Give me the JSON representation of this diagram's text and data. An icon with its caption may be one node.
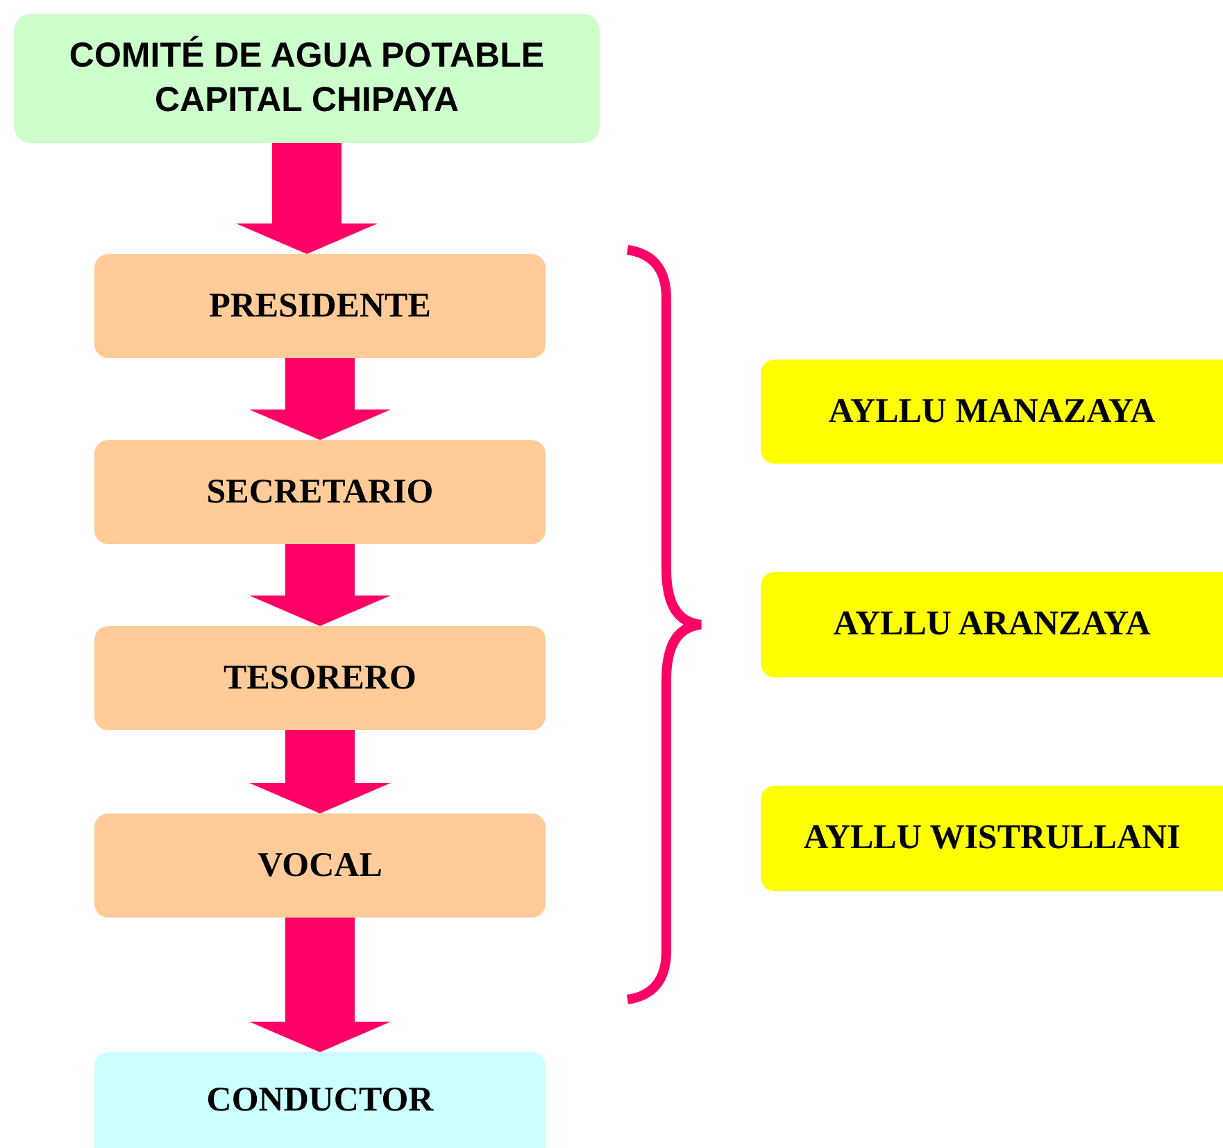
{
  "diagram": {
    "nodes": [
      {
        "text": [
          "COMITÉ DE AGUA POTABLE CAPITAL CHIPAYA"
        ]
      },
      {
        "text": [
          "PRESIDENTE"
        ]
      },
      {
        "text": [
          "SECRETARIO"
        ]
      },
      {
        "text": [
          "TESORERO"
        ]
      },
      {
        "text": [
          "VOCAL"
        ]
      },
      {
        "text": [
          "CONDUCTOR"
        ]
      },
      {
        "text": [
          "AYLLU MANAZAYA"
        ]
      },
      {
        "text": [
          "AYLLU ARANZAYA"
        ]
      },
      {
        "text": [
          "AYLLU WISTRULLANI"
        ]
      }
    ],
    "edges": [
      {
        "from": 0,
        "to": 1,
        "arrow": "to"
      },
      {
        "from": 1,
        "to": 2,
        "arrow": "to"
      },
      {
        "from": 2,
        "to": 3,
        "arrow": "to"
      },
      {
        "from": 3,
        "to": 4,
        "arrow": "to"
      },
      {
        "from": 4,
        "to": 5,
        "arrow": "to"
      }
    ]
  }
}
